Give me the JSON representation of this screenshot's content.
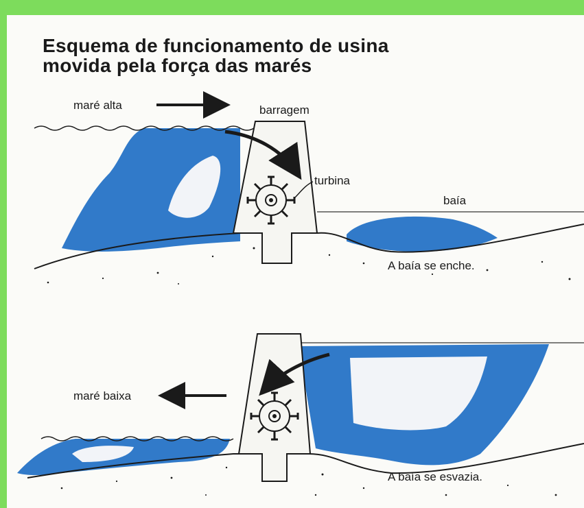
{
  "title": {
    "line1": "Esquema de funcionamento de usina",
    "line2": "movida pela força das marés"
  },
  "top_panel": {
    "tide_label": "maré alta",
    "dam_label": "barragem",
    "turbine_label": "turbina",
    "bay_label": "baía",
    "caption": "A baía se enche."
  },
  "bottom_panel": {
    "tide_label": "maré baixa",
    "caption": "A baía se esvazia."
  },
  "colors": {
    "background_border": "#7ddc5c",
    "water": "#1f6fc4",
    "ink": "#1a1a1a"
  }
}
